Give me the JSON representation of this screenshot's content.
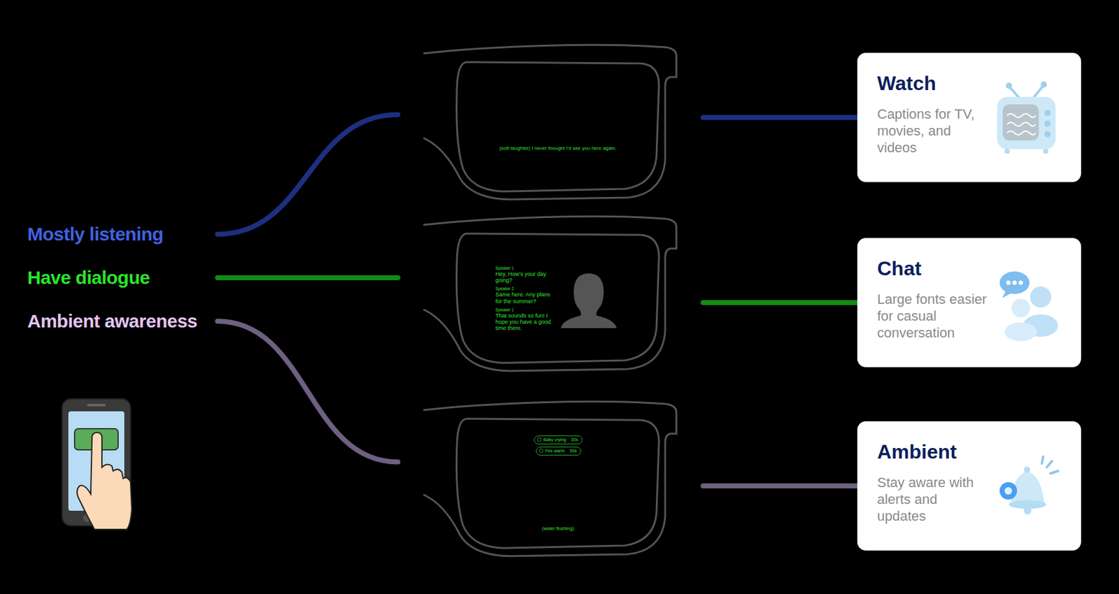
{
  "diagram": {
    "nodes": [
      {
        "text": [
          "Mostly listening"
        ]
      },
      {
        "text": [
          "Have dialogue"
        ]
      },
      {
        "text": [
          "Ambient awareness"
        ]
      },
      {
        "text": [
          "(soft laughter) I never thought I'd see you here again."
        ]
      },
      {
        "text": [
          "Speaker 1",
          "Hey, How's your day going?",
          "Speaker 2",
          "Same here. Any plans for the summer?",
          "Speaker 1",
          "That sounds so fun! I hope you have a good time there."
        ]
      },
      {
        "text": [
          "(water flushing)"
        ]
      },
      {
        "text": [
          "Baby crying",
          "30s"
        ],
        "in": 5
      },
      {
        "text": [
          "Fire alarm",
          "50s"
        ],
        "in": 5
      },
      {
        "text": [
          "Watch",
          "Captions for TV, movies, and videos"
        ]
      },
      {
        "text": [
          "Chat",
          "Large fonts easier for casual conversation"
        ]
      },
      {
        "text": [
          "Ambient",
          "Stay aware with alerts and updates"
        ]
      }
    ],
    "edges": [
      {
        "from": 0,
        "to": 3,
        "arrow": "none"
      },
      {
        "from": 1,
        "to": 4,
        "arrow": "none"
      },
      {
        "from": 2,
        "to": 5,
        "arrow": "none"
      },
      {
        "from": 3,
        "to": 8,
        "arrow": "none"
      },
      {
        "from": 4,
        "to": 9,
        "arrow": "none"
      },
      {
        "from": 5,
        "to": 10,
        "arrow": "none"
      }
    ]
  }
}
